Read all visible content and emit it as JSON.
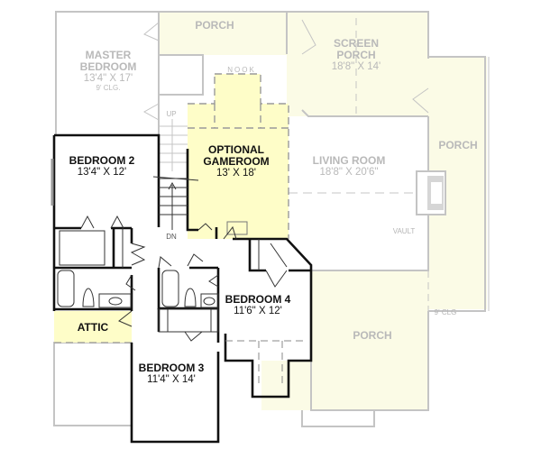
{
  "colors": {
    "background": "#ffffff",
    "highlight_fill": "#fefdc8",
    "porch_fill": "#fbfbe6",
    "active_wall": "#111111",
    "faded_wall": "#c4c4c4"
  },
  "rooms": {
    "master_bedroom": {
      "name_line1": "MASTER",
      "name_line2": "BEDROOM",
      "dims": "13'4\" X 17'",
      "note": "9' CLG."
    },
    "porch_top": {
      "name": "PORCH"
    },
    "screen_porch": {
      "name_line1": "SCREEN",
      "name_line2": "PORCH",
      "dims": "18'8\" X 14'"
    },
    "porch_right": {
      "name": "PORCH"
    },
    "living_room": {
      "name": "LIVING ROOM",
      "dims": "18'8\" X 20'6\""
    },
    "nook": {
      "name": "NOOK"
    },
    "gameroom": {
      "name_line1": "OPTIONAL",
      "name_line2": "GAMEROOM",
      "dims": "13' X 18'"
    },
    "bedroom2": {
      "name": "BEDROOM 2",
      "dims": "13'4\" X 12'"
    },
    "bedroom3": {
      "name": "BEDROOM 3",
      "dims": "11'4\" X 14'"
    },
    "bedroom4": {
      "name": "BEDROOM 4",
      "dims": "11'6\" X 12'"
    },
    "attic": {
      "name": "ATTIC"
    },
    "porch_bottom": {
      "name": "PORCH"
    }
  },
  "annotations": {
    "stair_up": "UP",
    "stair_down": "DN",
    "vault": "VAULT",
    "porch_ceiling": "9' CLG"
  }
}
